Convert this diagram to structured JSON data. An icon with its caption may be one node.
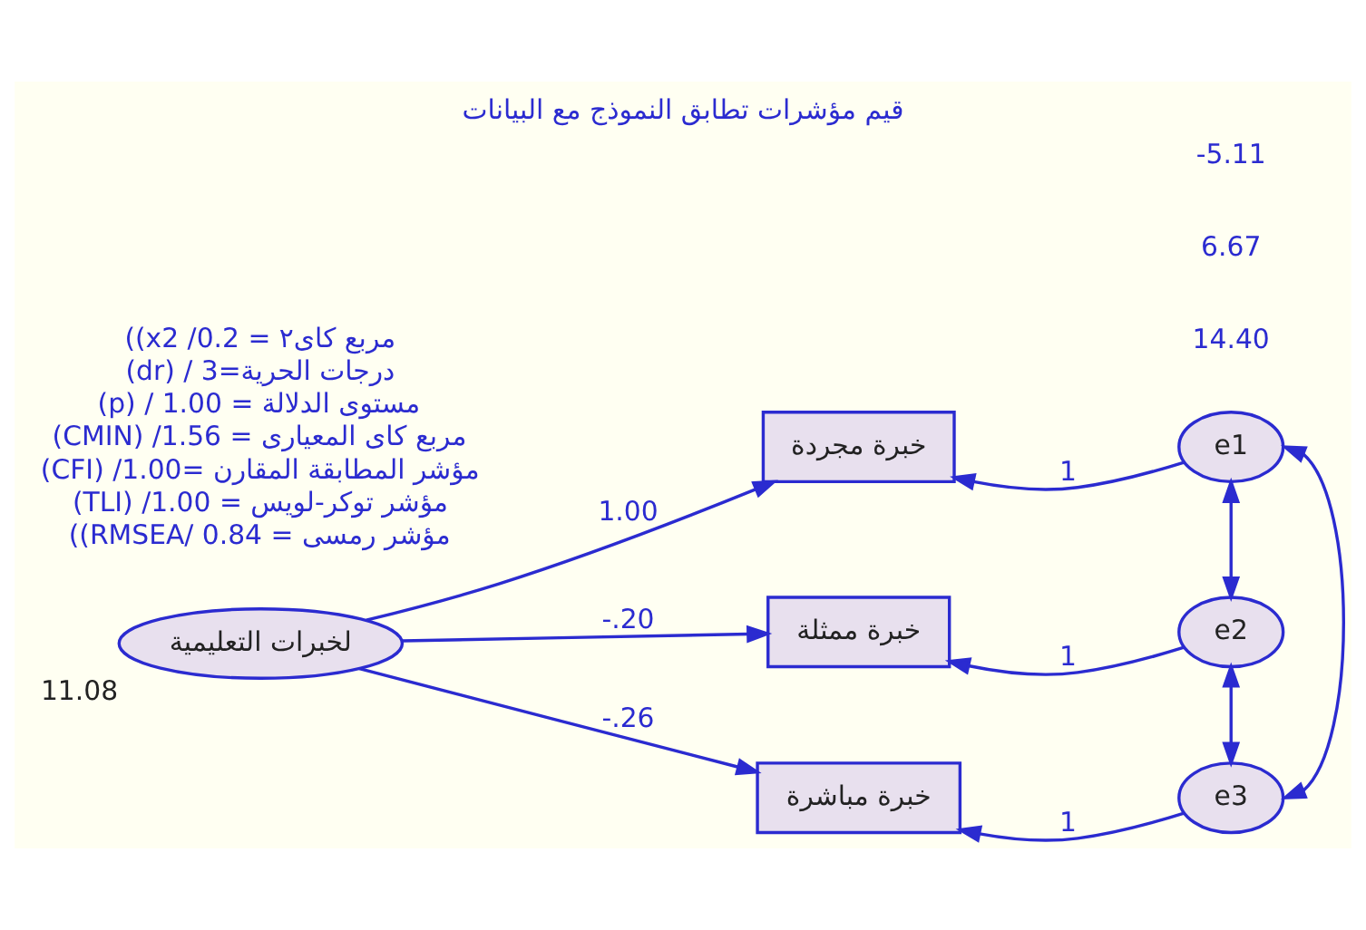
{
  "diagram": {
    "title": "قيم مؤشرات تطابق النموذج مع البيانات",
    "nodes": [
      {
        "text": [
          "لخبرات التعليمية"
        ],
        "beside": [
          "11.08"
        ]
      },
      {
        "text": [
          "خبرة مجردة"
        ]
      },
      {
        "text": [
          "خبرة ممثلة"
        ]
      },
      {
        "text": [
          "خبرة مباشرة"
        ]
      },
      {
        "text": [
          "e1"
        ]
      },
      {
        "text": [
          "e2"
        ]
      },
      {
        "text": [
          "e3"
        ]
      }
    ],
    "edges": [
      {
        "from": 0,
        "to": 1,
        "arrow": "to",
        "label": "1.00"
      },
      {
        "from": 0,
        "to": 2,
        "arrow": "to",
        "label": "-.20"
      },
      {
        "from": 0,
        "to": 3,
        "arrow": "to",
        "label": "-.26"
      },
      {
        "from": 4,
        "to": 1,
        "arrow": "to",
        "label": "1"
      },
      {
        "from": 5,
        "to": 2,
        "arrow": "to",
        "label": "1"
      },
      {
        "from": 6,
        "to": 3,
        "arrow": "to",
        "label": "1"
      },
      {
        "from": 4,
        "to": 5,
        "arrow": "both"
      },
      {
        "from": 5,
        "to": 6,
        "arrow": "both"
      },
      {
        "from": 4,
        "to": 6,
        "arrow": "both"
      }
    ],
    "labels": [
      "((x2 /مربع كاى٢ = 0.2",
      "(dr) / درجات الحرية=3",
      "(p) / مستوى الدلالة = 1.00",
      "(CMIN) /مربع كاى المعيارى = 1.56",
      "(CFI) /مؤشر المطابقة المقارن =1.00",
      "(TLI) /مؤشر توكر-لويس = 1.00",
      "((RMSEA/ مؤشر رمسى = 0.84",
      "-5.11",
      "6.67",
      "14.40"
    ]
  }
}
